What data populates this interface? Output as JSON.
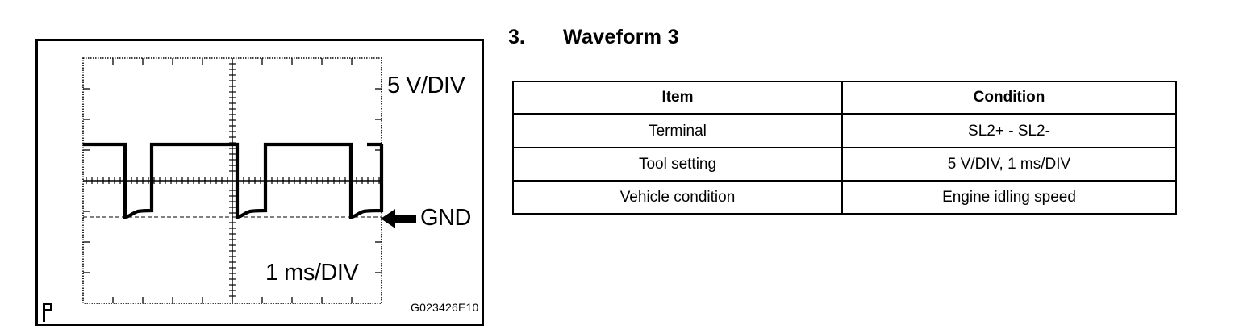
{
  "heading": {
    "number": "3.",
    "title": "Waveform 3"
  },
  "scope": {
    "volts_per_div": "5 V/DIV",
    "time_per_div": "1 ms/DIV",
    "ground_label": "GND",
    "figure_code": "G023426E10",
    "corner_mark": "P",
    "arrow_icon": "left-arrow-icon"
  },
  "table": {
    "headers": [
      "Item",
      "Condition"
    ],
    "rows": [
      {
        "item": "Terminal",
        "condition": "SL2+ - SL2-"
      },
      {
        "item": "Tool setting",
        "condition": "5 V/DIV, 1 ms/DIV"
      },
      {
        "item": "Vehicle condition",
        "condition": "Engine idling speed"
      }
    ]
  },
  "colors": {
    "ink": "#000000",
    "background": "#ffffff"
  },
  "chart_data": {
    "type": "line",
    "title": "Waveform 3",
    "xlabel": "1 ms/DIV",
    "ylabel": "5 V/DIV",
    "grid": true,
    "divisions_x": 10,
    "divisions_y": 8,
    "ground_level_div": -1.0,
    "high_level_div": 1.0,
    "annotations": [
      "GND"
    ],
    "series": [
      {
        "name": "SL2+ - SL2-",
        "comment": "square wave, high at +1 div above centre, low at GND (-1 div)",
        "points_div": [
          [
            0.0,
            1.0
          ],
          [
            1.35,
            1.0
          ],
          [
            1.35,
            -1.0
          ],
          [
            1.6,
            -0.85
          ],
          [
            2.2,
            -0.8
          ],
          [
            2.55,
            -0.8
          ],
          [
            2.55,
            1.0
          ],
          [
            5.4,
            1.0
          ],
          [
            5.4,
            -1.0
          ],
          [
            5.7,
            -0.85
          ],
          [
            6.3,
            -0.8
          ],
          [
            6.6,
            -0.8
          ],
          [
            6.6,
            1.0
          ],
          [
            9.4,
            1.0
          ]
        ]
      }
    ]
  }
}
